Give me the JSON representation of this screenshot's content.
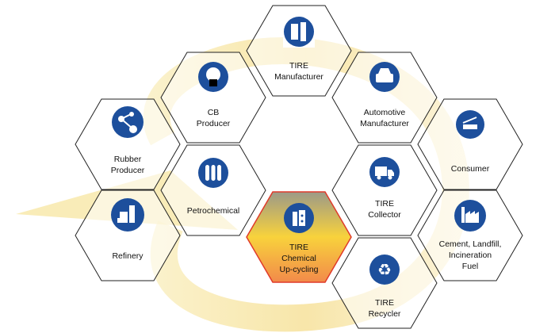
{
  "colors": {
    "icon_circle": "#1d4f9c",
    "swirl": "#f7e6a0",
    "highlight_border": "#e03a2a",
    "highlight_top": "#9c9a88",
    "highlight_mid": "#f8d23c",
    "highlight_bottom": "#f28a4a"
  },
  "nodes": {
    "rubber": {
      "lines": [
        "Rubber",
        "Producer"
      ],
      "icon": "molecule-icon"
    },
    "refinery": {
      "lines": [
        "Refinery"
      ],
      "icon": "refinery-icon"
    },
    "cb": {
      "lines": [
        "CB",
        "Producer"
      ],
      "icon": "carbon-black-icon"
    },
    "petro": {
      "lines": [
        "Petrochemical"
      ],
      "icon": "test-tubes-icon"
    },
    "tire_mfr": {
      "lines": [
        "TIRE",
        "Manufacturer"
      ],
      "icon": "factory-machine-icon"
    },
    "chem": {
      "lines": [
        "TIRE",
        "Chemical",
        "Up-cycling"
      ],
      "icon": "reactor-icon",
      "highlighted": true
    },
    "auto": {
      "lines": [
        "Automotive",
        "Manufacturer"
      ],
      "icon": "car-icon"
    },
    "collector": {
      "lines": [
        "TIRE",
        "Collector"
      ],
      "icon": "truck-icon"
    },
    "recycler": {
      "lines": [
        "TIRE",
        "Recycler"
      ],
      "icon": "recycle-icon"
    },
    "consumer": {
      "lines": [
        "Consumer"
      ],
      "icon": "hand-card-icon"
    },
    "cement": {
      "lines": [
        "Cement, Landfill,",
        "Incineration",
        "Fuel"
      ],
      "icon": "industrial-plant-icon"
    }
  }
}
